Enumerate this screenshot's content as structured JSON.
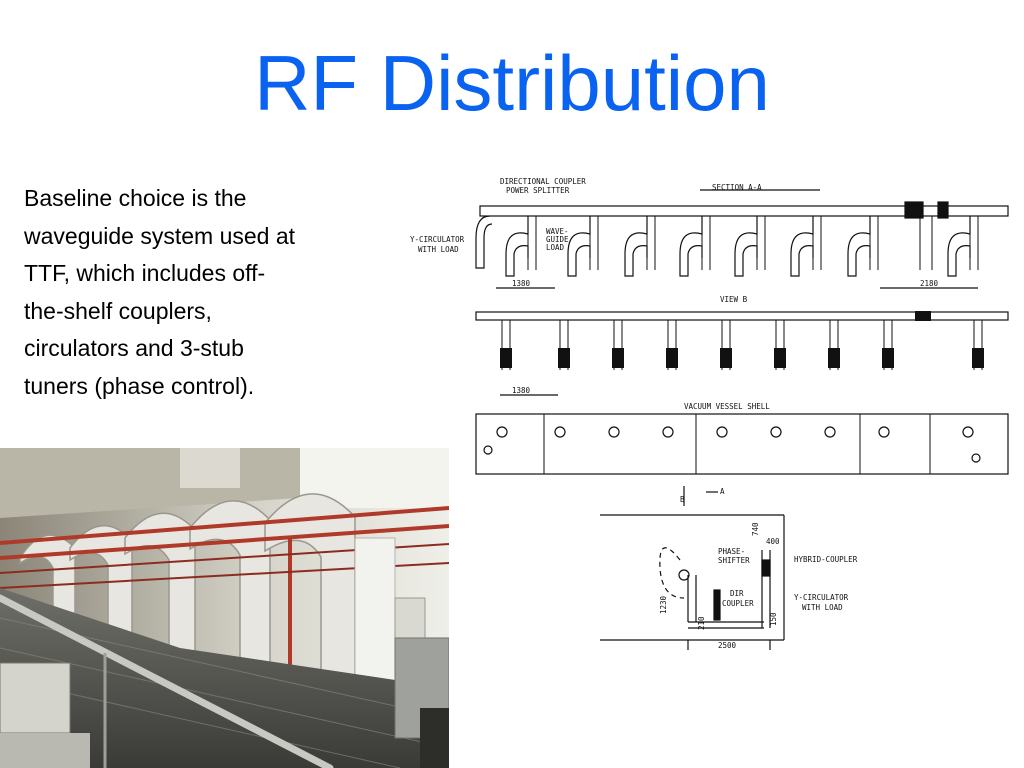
{
  "slide": {
    "title": "RF Distribution",
    "body_lines": [
      "Baseline choice is the",
      "waveguide system used at",
      "TTF, which includes off-",
      "the-shelf couplers,",
      "circulators and 3-stub",
      "tuners (phase control)."
    ]
  },
  "drawing": {
    "labels": {
      "directional_coupler": "DIRECTIONAL COUPLER",
      "power_splitter": "POWER SPLITTER",
      "section": "SECTION A-A",
      "y_circulator_1": "Y-CIRCULATOR",
      "with_load_1": "WITH LOAD",
      "wave": "WAVE-",
      "guide": "GUIDE",
      "load": "LOAD",
      "dim_1380_top": "1380",
      "dim_2180": "2180",
      "view_b": "VIEW B",
      "dim_1380_mid": "1380",
      "vacuum_vessel": "VACUUM VESSEL SHELL",
      "arrow_b": "B",
      "arrow_a": "A",
      "dim_740": "740",
      "dim_400": "400",
      "phase": "PHASE-",
      "shifter": "SHIFTER",
      "hybrid_coupler": "HYBRID-COUPLER",
      "dir": "DIR",
      "coupler": "COUPLER",
      "y_circulator_2": "Y-CIRCULATOR",
      "with_load_2": "WITH LOAD",
      "dim_1230": "1230",
      "dim_210": "210",
      "dim_150": "150",
      "dim_2500": "2500"
    }
  }
}
